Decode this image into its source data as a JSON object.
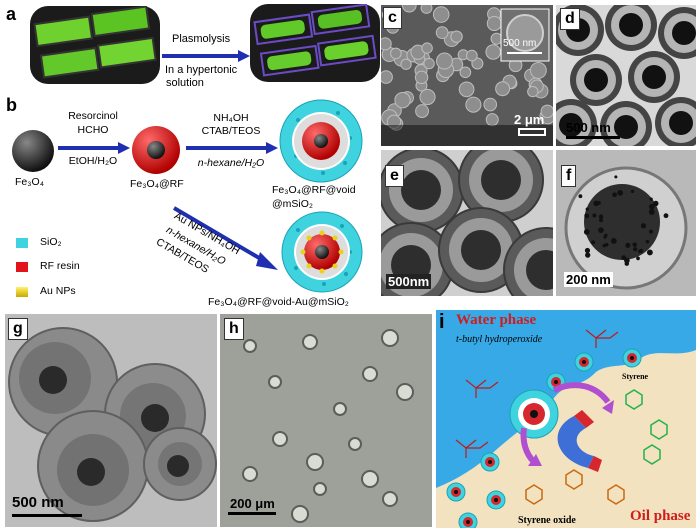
{
  "panels": {
    "a": "a",
    "b": "b",
    "c": "c",
    "d": "d",
    "e": "e",
    "f": "f",
    "g": "g",
    "h": "h",
    "i": "i"
  },
  "panel_a": {
    "arrow_label_1": "Plasmolysis",
    "arrow_label_2": "In a hypertonic",
    "arrow_label_3": "solution"
  },
  "panel_b": {
    "step1_line1": "Resorcinol",
    "step1_line2": "HCHO",
    "step1_line3": "EtOH/H₂O",
    "step2_line1": "NH₄OH",
    "step2_line2": "CTAB/TEOS",
    "step2_line3": "n-hexane/H₂O",
    "step3_line1": "Au NPs/NH₄OH",
    "step3_line2": "n-hexane/H₂O",
    "step3_line3": "CTAB/TEOS",
    "label_fe3o4": "Fe₃O₄",
    "label_fe3o4_rf": "Fe₃O₄@RF",
    "label_void_1": "Fe₃O₄@RF@void",
    "label_void_2": "@mSiO₂",
    "label_final": "Fe₃O₄@RF@void-Au@mSiO₂",
    "legend_sio2": "SiO₂",
    "legend_rf": "RF resin",
    "legend_au": "Au NPs"
  },
  "scale_bars": {
    "c_main": "2 μm",
    "c_inset": "500 nm",
    "d": "500 nm",
    "e": "500nm",
    "f": "200 nm",
    "g": "500 nm",
    "h": "200 μm"
  },
  "panel_i": {
    "water_phase": "Water phase",
    "oil_phase": "Oil phase",
    "tbhp": "t-butyl hydroperoxide",
    "styrene": "Styrene",
    "styrene_oxide": "Styrene oxide"
  },
  "colors": {
    "arrow_blue": "#1f2fb0",
    "silica_cyan": "#3fd3e0",
    "rf_red": "#e0141a",
    "au_yellow": "#e8d21a",
    "water_blue": "#36a9e6",
    "oil_tan": "#f3e2bf",
    "title_red": "#d11c1c",
    "molecule_green": "#22b14c"
  }
}
